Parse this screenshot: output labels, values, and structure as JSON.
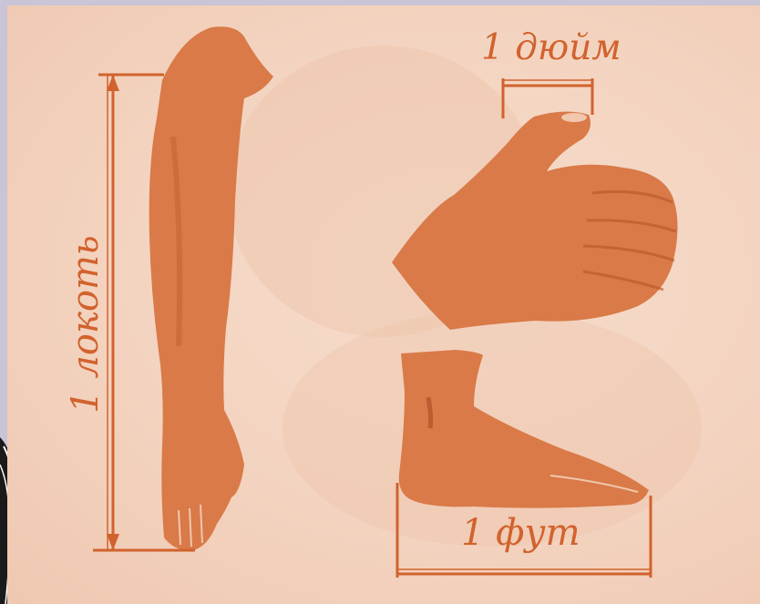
{
  "labels": {
    "inch": "1 дюйм",
    "elbow": "1 локоть",
    "foot": "1 фут"
  },
  "colors": {
    "ink": "#d2622d",
    "skin": "#d97a48",
    "paper": "#f3d3bf",
    "frame": "#c9c4d6"
  }
}
